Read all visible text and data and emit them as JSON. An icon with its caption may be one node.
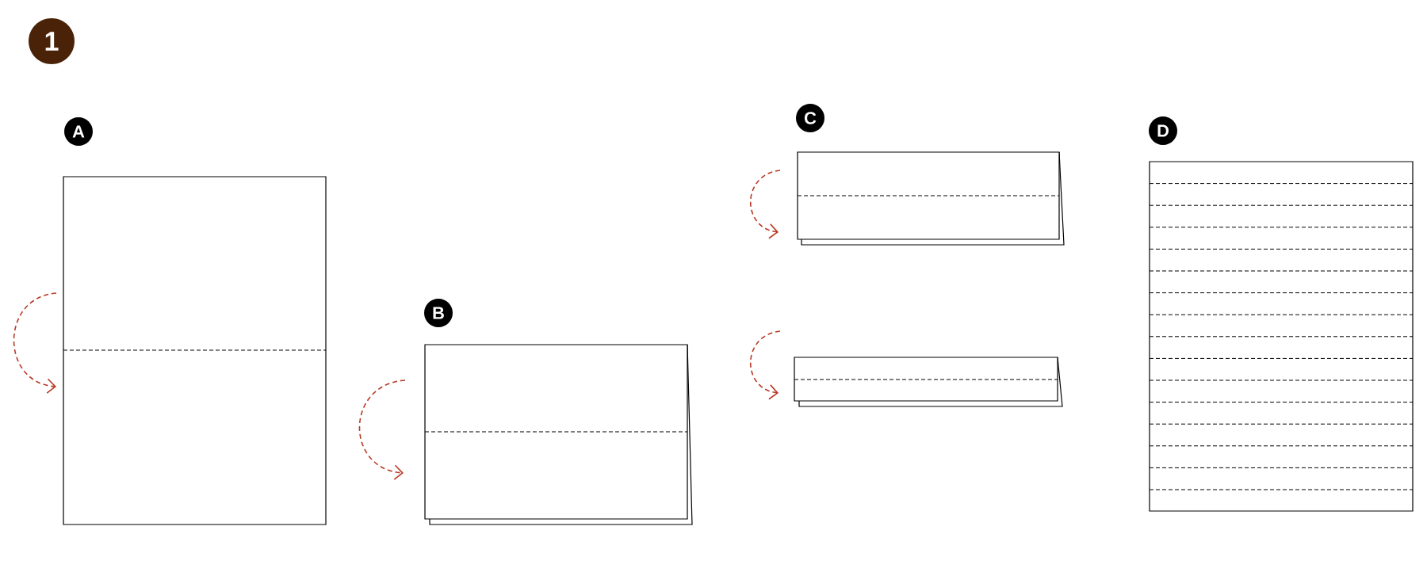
{
  "diagram": {
    "labels": [
      "1",
      "A",
      "B",
      "C",
      "D"
    ]
  }
}
